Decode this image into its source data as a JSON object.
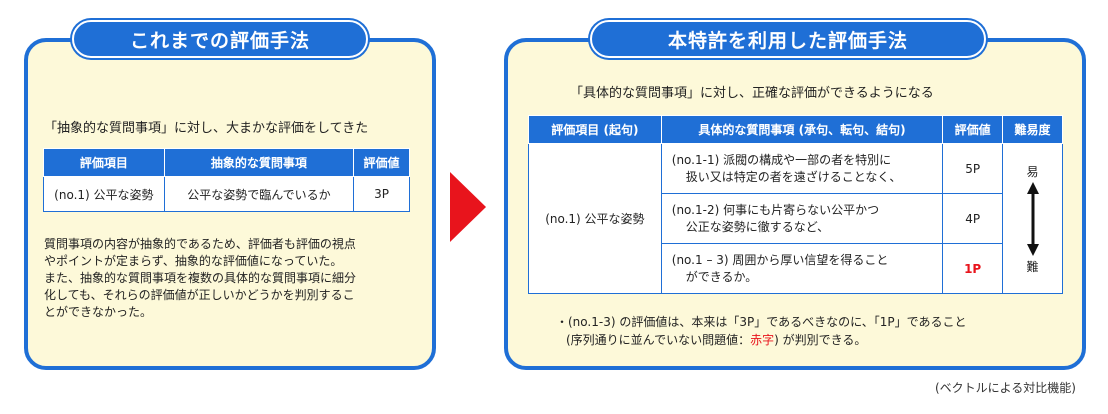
{
  "left": {
    "title": "これまでの評価手法",
    "lead": "「抽象的な質問事項」に対し、大まかな評価をしてきた",
    "table": {
      "headers": [
        "評価項目",
        "抽象的な質問事項",
        "評価値"
      ],
      "row": [
        "(no.1) 公平な姿勢",
        "公平な姿勢で臨んでいるか",
        "3P"
      ]
    },
    "description": [
      "質問事項の内容が抽象的であるため、評価者も評価の視点",
      "やポイントが定まらず、抽象的な評価値になっていた。",
      "また、抽象的な質問事項を複数の具体的な質問事項に細分",
      "化しても、それらの評価値が正しいかどうかを判別するこ",
      "とができなかった。"
    ]
  },
  "right": {
    "title": "本特許を利用した評価手法",
    "lead": "「具体的な質問事項」に対し、正確な評価ができるようになる",
    "table": {
      "headers": [
        "評価項目 (起句)",
        "具体的な質問事項 (承句、転句、結句)",
        "評価値",
        "難易度"
      ],
      "item": "(no.1) 公平な姿勢",
      "rows": [
        {
          "line1": "(no.1‐1) 派閥の構成や一部の者を特別に",
          "line2": "扱い又は特定の者を遠ざけることなく、",
          "value": "5P"
        },
        {
          "line1": "(no.1‐2) 何事にも片寄らない公平かつ",
          "line2": "公正な姿勢に徹するなど、",
          "value": "4P"
        },
        {
          "line1": "(no.1 – 3) 周囲から厚い信望を得ること",
          "line2": "ができるか。",
          "value": "1P"
        }
      ],
      "difficulty_easy": "易",
      "difficulty_hard": "難"
    },
    "note_line1": "・(no.1‐3) の評価値は、本来は「3P」であるべきなのに、「1P」であること",
    "note_line2_a": "(序列通りに並んでいない問題値：",
    "note_line2_red": "赤字",
    "note_line2_b": ") が判別できる。"
  },
  "caption": "(ベクトルによる対比機能)",
  "colors": {
    "accent": "#1f6fd6",
    "panel_bg": "#fdf9d9",
    "arrow": "#e8141c",
    "highlight": "#e8141c"
  }
}
